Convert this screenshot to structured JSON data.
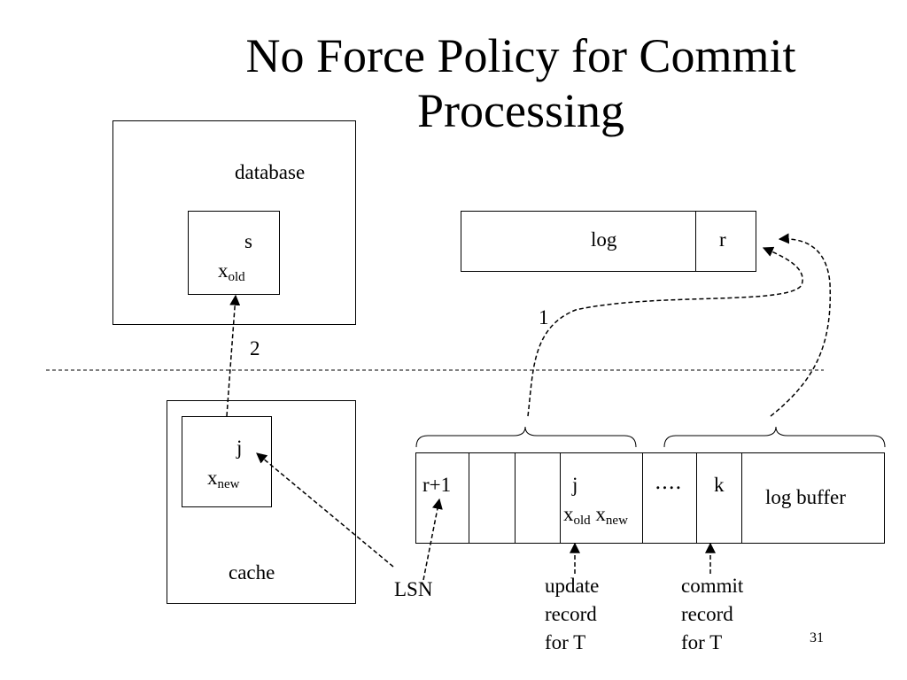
{
  "slide": {
    "title_line1": "No Force Policy for Commit",
    "title_line2": "Processing",
    "page_number": "31"
  },
  "database": {
    "label": "database",
    "page_label": "s",
    "value_base": "x",
    "value_sub": "old"
  },
  "cache": {
    "label": "cache",
    "page_label": "j",
    "value_base": "x",
    "value_sub": "new"
  },
  "log": {
    "label": "log",
    "last_record": "r"
  },
  "log_buffer": {
    "label": "log buffer",
    "first_record": "r+1",
    "update_cell_label": "j",
    "update_old_base": "x",
    "update_old_sub": "old",
    "update_new_base": "x",
    "update_new_sub": "new",
    "ellipsis": "‥‥",
    "commit_cell_label": "k"
  },
  "annotations": {
    "step1": "1",
    "step2": "2",
    "lsn": "LSN",
    "update_record": [
      "update",
      "record",
      "for T"
    ],
    "commit_record": [
      "commit",
      "record",
      "for T"
    ]
  }
}
